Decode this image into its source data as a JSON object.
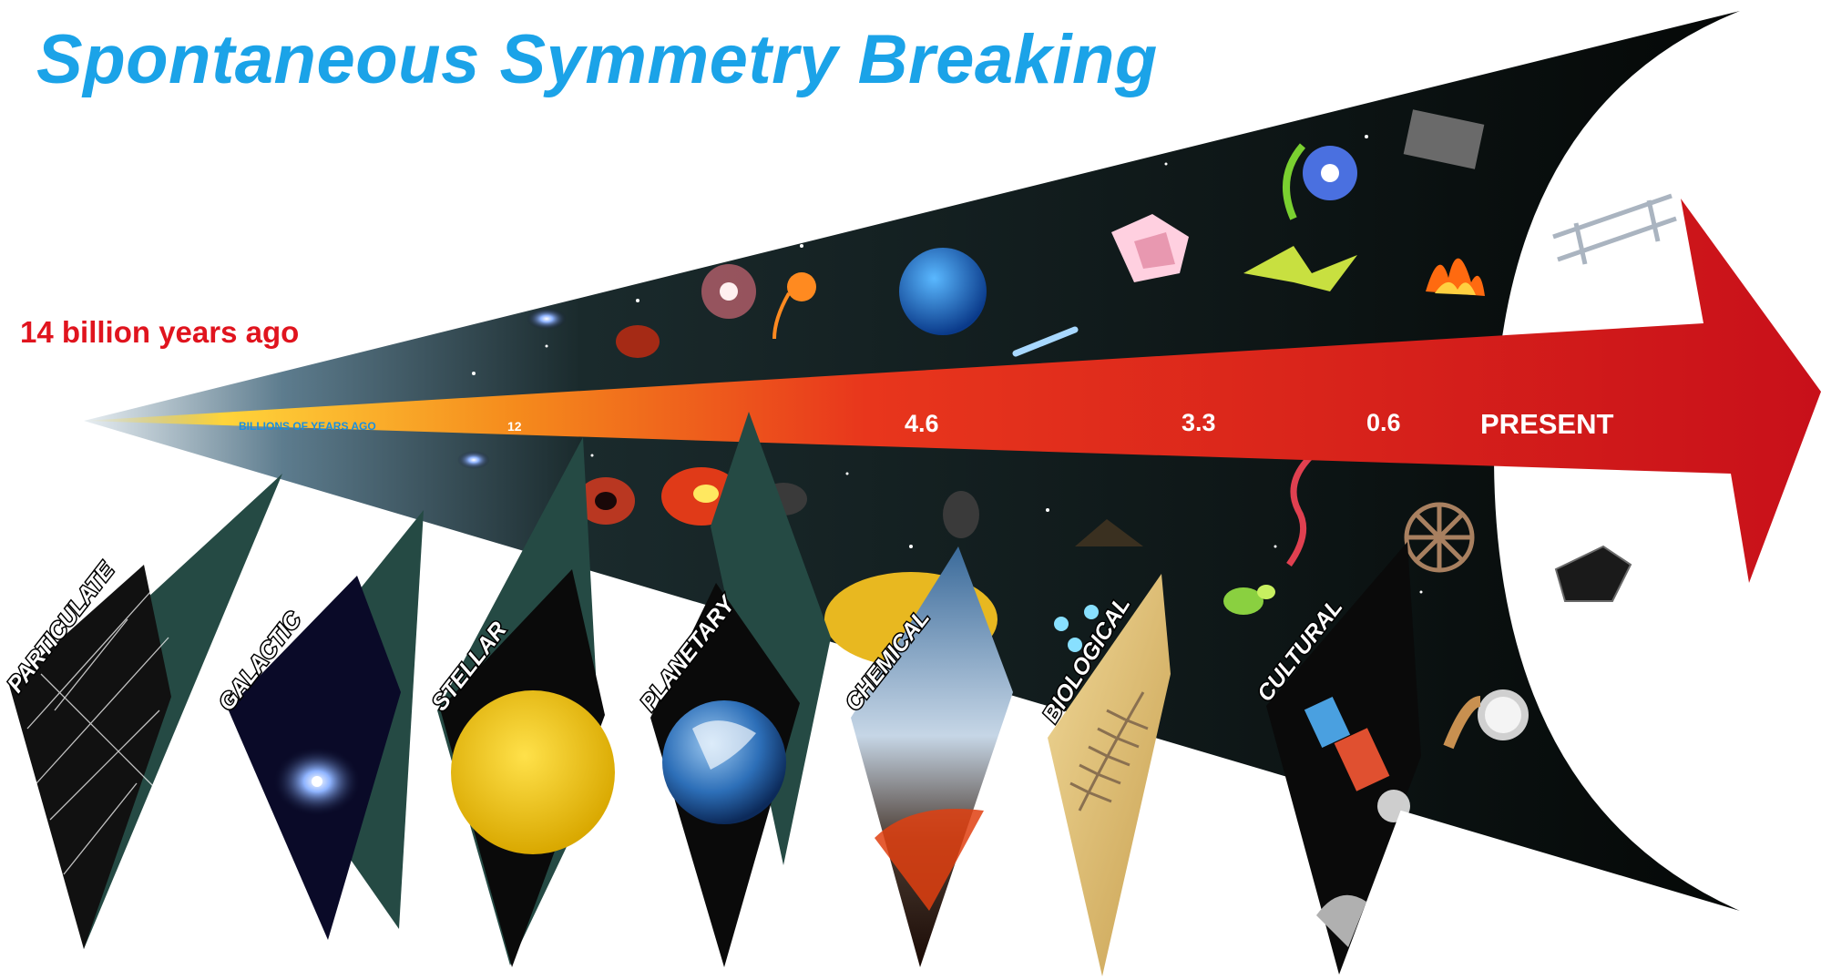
{
  "title": "Spontaneous Symmetry Breaking",
  "start_label": "14 billion years ago",
  "timeline": {
    "axis_caption": "BILLIONS OF YEARS AGO",
    "ticks": [
      "12",
      "4.6",
      "3.3",
      "0.6"
    ],
    "present_label": "PRESENT",
    "arrow_color": "#e3171e"
  },
  "eras": [
    "PARTICULATE",
    "GALACTIC",
    "STELLAR",
    "PLANETARY",
    "CHEMICAL",
    "BIOLOGICAL",
    "CULTURAL"
  ],
  "colors": {
    "title": "#1ba3e8",
    "start_label": "#e0141e",
    "cone": "#0a1412"
  }
}
